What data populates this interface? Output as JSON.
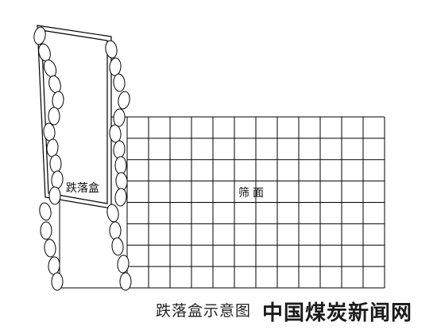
{
  "labels": {
    "drop_box": "跌落盒",
    "screen_surface": "筛面",
    "caption": "跌落盒示意图",
    "watermark": "中国煤炭新闻网"
  },
  "grid": {
    "columns": 12,
    "rows": 8
  },
  "colors": {
    "line": "#000000",
    "background": "#ffffff"
  }
}
